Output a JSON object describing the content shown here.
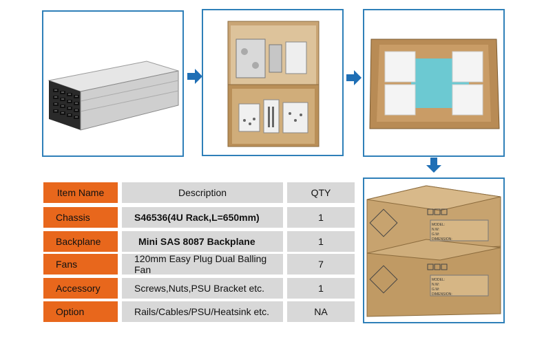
{
  "table": {
    "headers": {
      "item": "Item Name",
      "description": "Description",
      "qty": "QTY"
    },
    "rows": [
      {
        "item": "Chassis",
        "description": "S46536(4U Rack,L=650mm)",
        "qty": "1"
      },
      {
        "item": "Backplane",
        "description": "Mini SAS 8087 Backplane",
        "qty": "1"
      },
      {
        "item": "Fans",
        "description": "120mm Easy Plug Dual Balling Fan",
        "qty": "7"
      },
      {
        "item": "Accessory",
        "description": "Screws,Nuts,PSU Bracket etc.",
        "qty": "1"
      },
      {
        "item": "Option",
        "description": "Rails/Cables/PSU/Heatsink etc.",
        "qty": "NA"
      }
    ]
  },
  "box_label": {
    "line1": "MODEL:",
    "line2": "N.W:",
    "line3": "G.W:",
    "line4": "DIMENSION:"
  },
  "colors": {
    "frame_border": "#2e7fb8",
    "arrow": "#1f6fb5",
    "header_accent": "#e8671c",
    "cell_gray": "#d8d8d8",
    "cardboard": "#c9a575"
  },
  "icons": [
    "arrow-right-icon",
    "arrow-down-icon"
  ]
}
